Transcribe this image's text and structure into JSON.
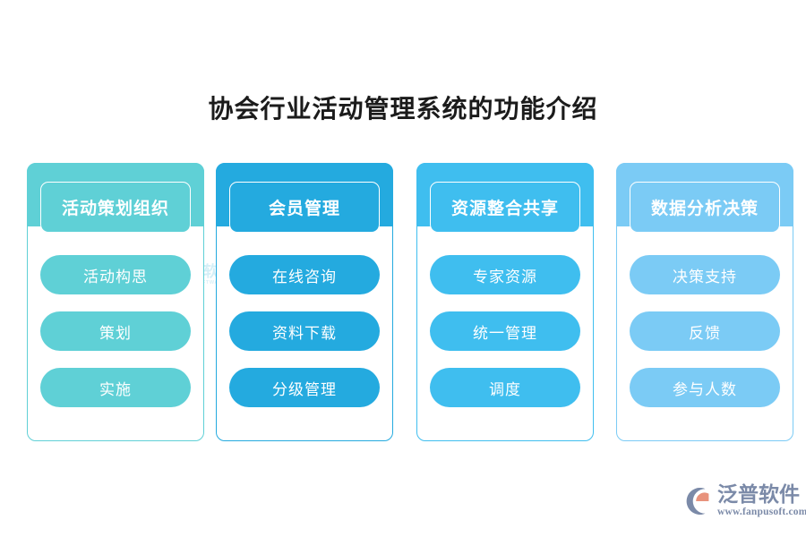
{
  "page": {
    "title": "协会行业活动管理系统的功能介绍",
    "background": "#ffffff"
  },
  "cards": [
    {
      "id": "card-activity-planning",
      "header": "活动策划组织",
      "color": "#5fd0d6",
      "items": [
        "活动构思",
        "策划",
        "实施"
      ]
    },
    {
      "id": "card-member-management",
      "header": "会员管理",
      "color": "#24aadf",
      "items": [
        "在线咨询",
        "资料下载",
        "分级管理"
      ]
    },
    {
      "id": "card-resource-sharing",
      "header": "资源整合共享",
      "color": "#3fbeef",
      "items": [
        "专家资源",
        "统一管理",
        "调度"
      ]
    },
    {
      "id": "card-data-analysis",
      "header": "数据分析决策",
      "color": "#7bcbf5",
      "items": [
        "决策支持",
        "反馈",
        "参与人数"
      ]
    }
  ],
  "watermark": {
    "name": "泛普软件",
    "subtitle": "FANPU SOFTWARE",
    "color": "#9fdcef"
  },
  "brand": {
    "name": "泛普软件",
    "url": "www.fanpusoft.com",
    "color": "#7b8aa8",
    "accent": "#e8927c"
  }
}
